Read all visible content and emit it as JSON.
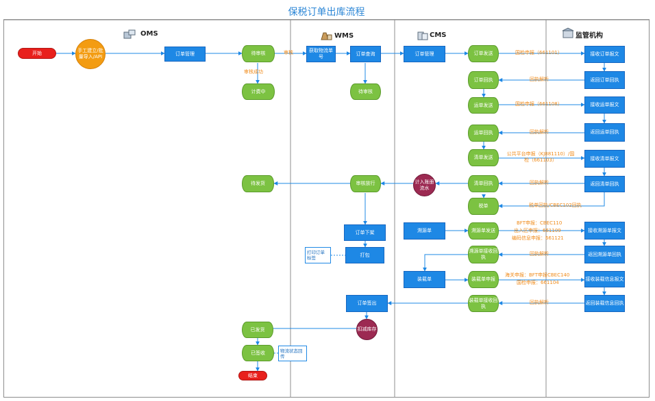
{
  "title": "保税订单出库流程",
  "lanes": [
    {
      "label": "OMS",
      "icon": "oms-icon"
    },
    {
      "label": "WMS",
      "icon": "wms-icon"
    },
    {
      "label": "CMS",
      "icon": "cms-icon"
    },
    {
      "label": "监管机构",
      "icon": "government-icon"
    }
  ],
  "nodes": {
    "start": "开始",
    "manual": "手工建立/批量导入/API",
    "order_mgmt_oms": "订单管理",
    "pending_review": "待审核",
    "billing": "计费中",
    "get_waybill": "获取物流单号",
    "order_query": "订单查询",
    "wms_pending": "待审核",
    "order_mgmt_cms": "订单管理",
    "order_send": "订单发送",
    "recv_order_msg": "接收订单报文",
    "order_receipt": "订单回执",
    "return_order_receipt": "返回订单回执",
    "waybill_send": "运单发送",
    "recv_waybill_msg": "接收运单报文",
    "waybill_receipt": "运单回执",
    "return_waybill_receipt": "返回运单回执",
    "manifest_send": "清单发送",
    "recv_manifest_msg": "接收清单报文",
    "manifest_receipt": "清单回执",
    "return_manifest_receipt": "返回清单回执",
    "tax_bill": "税单",
    "ledger": "计入账册流水",
    "review_release": "审核放行",
    "to_ship": "待发货",
    "order_offshelf": "订单下架",
    "print_label": "打印订单标签",
    "pack": "打包",
    "trace_doc": "溯源单",
    "trace_send": "溯源单发送",
    "recv_trace_msg": "接收溯源单报文",
    "trace_receipt": "溯源单接收回执",
    "return_trace_receipt": "返回溯源单回执",
    "loading_doc": "装载单",
    "loading_declare": "装载单申报",
    "recv_loading_msg": "接收装载信息报文",
    "loading_receipt": "装载单接收回执",
    "return_loading_receipt": "返回装载信息回执",
    "order_signout": "订单签出",
    "deduct_stock": "扣减库存",
    "shipped": "已发货",
    "signed": "已签收",
    "logistics_feedback": "物流状态回传",
    "end": "结束"
  },
  "edge_labels": {
    "review_success": "审核成功",
    "review": "审核",
    "ciq_declare_order": "国检申报（661101）",
    "receipt_parse_1": "回执解析",
    "ciq_declare_waybill": "国检申报（661108）",
    "receipt_parse_2": "回执解析",
    "public_platform_declare": "公共平台申报（KJ881110）/国检（661103）",
    "receipt_parse_3": "回执解析",
    "tax_receipt": "税单回执/CBEC102回执",
    "bft_declare": "BFT申报：CBEC110",
    "entry_zone_declare": "出入区申报：661109",
    "code_info_declare": "编码信息申报：661121",
    "receipt_parse_4": "回执解析",
    "customs_declare": "海关申报：BFT申报CBEC140",
    "ciq_declare_loading": "国检申报：661104",
    "receipt_parse_5": "回执解析"
  },
  "colors": {
    "process": "#1e88e5",
    "state": "#7cc242",
    "terminal": "#e8201c",
    "input": "#f39c12",
    "ledger": "#9c2a52",
    "title": "#2b86d6",
    "edge_label": "#f08a18"
  }
}
